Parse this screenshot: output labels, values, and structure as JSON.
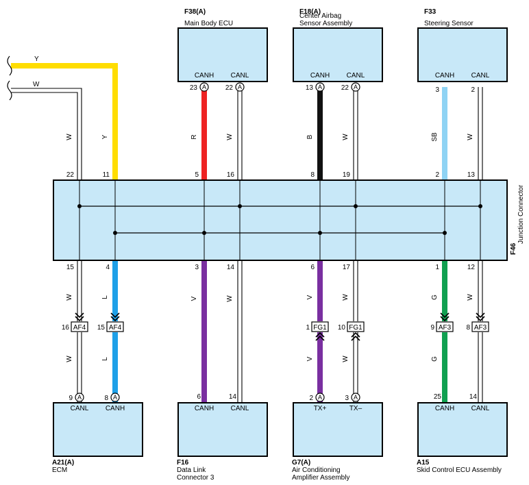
{
  "components": {
    "main_body_ecu": {
      "code": "F38(A)",
      "name": [
        "Main Body ECU"
      ],
      "pins": [
        {
          "num": "23",
          "sig": "CANH"
        },
        {
          "num": "22",
          "sig": "CANL"
        }
      ]
    },
    "center_airbag": {
      "code": "F18(A)",
      "name": [
        "Center Airbag",
        "Sensor Assembly"
      ],
      "pins": [
        {
          "num": "13",
          "sig": "CANH"
        },
        {
          "num": "22",
          "sig": "CANL"
        }
      ]
    },
    "steering_sensor": {
      "code": "F33",
      "name": [
        "Steering Sensor"
      ],
      "pins": [
        {
          "num": "3",
          "sig": "CANH"
        },
        {
          "num": "2",
          "sig": "CANL"
        }
      ]
    },
    "ecm": {
      "code": "A21(A)",
      "name": [
        "ECM"
      ],
      "pins": [
        {
          "num": "9",
          "sig": "CANL"
        },
        {
          "num": "8",
          "sig": "CANH"
        }
      ]
    },
    "data_link": {
      "code": "F16",
      "name": [
        "Data Link",
        "Connector 3"
      ],
      "pins": [
        {
          "num": "6",
          "sig": "CANH"
        },
        {
          "num": "14",
          "sig": "CANL"
        }
      ]
    },
    "air_conditioning": {
      "code": "G7(A)",
      "name": [
        "Air Conditioning",
        "Amplifier Assembly"
      ],
      "pins": [
        {
          "num": "2",
          "sig": "TX+"
        },
        {
          "num": "3",
          "sig": "TX–"
        }
      ]
    },
    "skid_control": {
      "code": "A15",
      "name": [
        "Skid Control ECU Assembly"
      ],
      "pins": [
        {
          "num": "25",
          "sig": "CANH"
        },
        {
          "num": "14",
          "sig": "CANL"
        }
      ]
    }
  },
  "junction_connector": {
    "code": "F46",
    "name": "Junction Connector"
  },
  "top_pins": [
    "22",
    "11",
    "5",
    "16",
    "8",
    "19",
    "2",
    "13"
  ],
  "bottom_pins": [
    "15",
    "4",
    "3",
    "14",
    "6",
    "17",
    "1",
    "12"
  ],
  "incoming_wires": [
    {
      "color_code": "Y"
    },
    {
      "color_code": "W"
    }
  ],
  "wires": [
    {
      "id": "w1",
      "color_code": "W",
      "hex": "#ffffff"
    },
    {
      "id": "y1",
      "color_code": "Y",
      "hex": "#ffdd00"
    },
    {
      "id": "r1",
      "color_code": "R",
      "hex": "#ee2222"
    },
    {
      "id": "w2",
      "color_code": "W",
      "hex": "#ffffff"
    },
    {
      "id": "b1",
      "color_code": "B",
      "hex": "#111111"
    },
    {
      "id": "w3",
      "color_code": "W",
      "hex": "#ffffff"
    },
    {
      "id": "sb1",
      "color_code": "SB",
      "hex": "#8fd3f4"
    },
    {
      "id": "w4",
      "color_code": "W",
      "hex": "#ffffff"
    },
    {
      "id": "w5",
      "color_code": "W",
      "hex": "#ffffff"
    },
    {
      "id": "l1",
      "color_code": "L",
      "hex": "#1ea0e8"
    },
    {
      "id": "v1",
      "color_code": "V",
      "hex": "#7a2fa0"
    },
    {
      "id": "w6",
      "color_code": "W",
      "hex": "#ffffff"
    },
    {
      "id": "v2",
      "color_code": "V",
      "hex": "#7a2fa0"
    },
    {
      "id": "w7",
      "color_code": "W",
      "hex": "#ffffff"
    },
    {
      "id": "g1",
      "color_code": "G",
      "hex": "#10a050"
    },
    {
      "id": "w8",
      "color_code": "W",
      "hex": "#ffffff"
    },
    {
      "id": "w9",
      "color_code": "W",
      "hex": "#ffffff"
    },
    {
      "id": "l2",
      "color_code": "L",
      "hex": "#1ea0e8"
    },
    {
      "id": "v3",
      "color_code": "V",
      "hex": "#7a2fa0"
    },
    {
      "id": "w10",
      "color_code": "W",
      "hex": "#ffffff"
    },
    {
      "id": "g2",
      "color_code": "G",
      "hex": "#10a050"
    }
  ],
  "inline_connectors": [
    {
      "pin": "16",
      "code": "AF4"
    },
    {
      "pin": "15",
      "code": "AF4"
    },
    {
      "pin": "1",
      "code": "FG1"
    },
    {
      "pin": "10",
      "code": "FG1"
    },
    {
      "pin": "9",
      "code": "AF3"
    },
    {
      "pin": "8",
      "code": "AF3"
    }
  ],
  "circle_letter": "A"
}
